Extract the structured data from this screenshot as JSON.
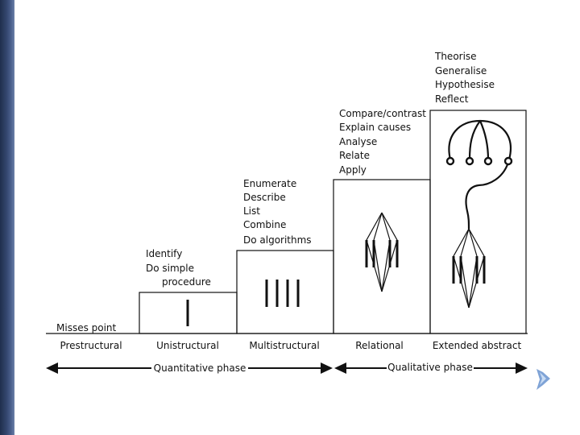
{
  "levels": [
    {
      "name": "Prestructural",
      "verbs": [
        "Misses point"
      ]
    },
    {
      "name": "Unistructural",
      "verbs": [
        "Identify",
        "Do simple",
        "procedure"
      ]
    },
    {
      "name": "Multistructural",
      "verbs": [
        "Enumerate",
        "Describe",
        "List",
        "Combine",
        "Do algorithms"
      ]
    },
    {
      "name": "Relational",
      "verbs": [
        "Compare/contrast",
        "Explain causes",
        "Analyse",
        "Relate",
        "Apply"
      ]
    },
    {
      "name": "Extended abstract",
      "verbs": [
        "Theorise",
        "Generalise",
        "Hypothesise",
        "Reflect"
      ]
    }
  ],
  "phases": {
    "quantitative": "Quantitative phase",
    "qualitative": "Qualitative phase"
  },
  "colors": {
    "sidebar": "#33466e",
    "nav_accent": "#7fa3d6",
    "line": "#111111"
  },
  "icons": {
    "next_slide": "chevron-right-icon"
  }
}
